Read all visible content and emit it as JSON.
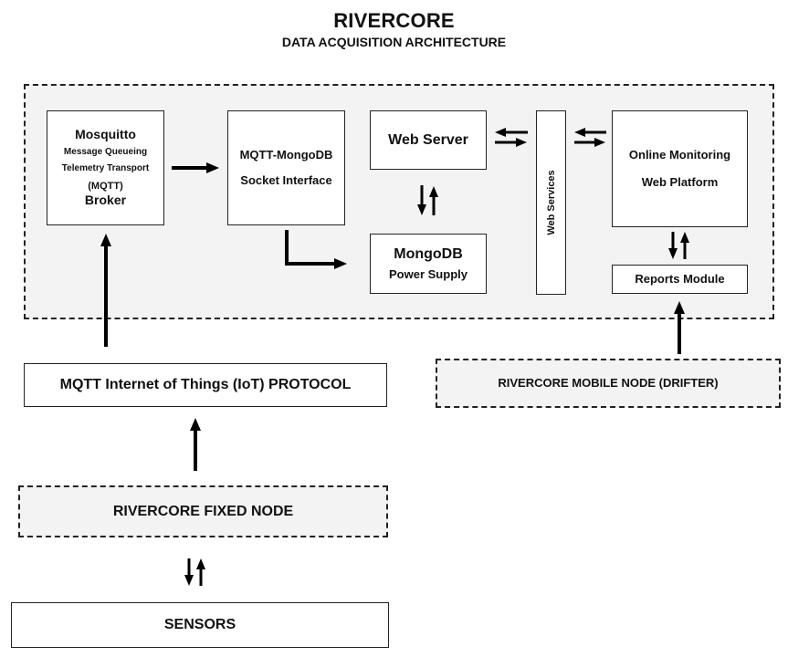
{
  "header": {
    "title": "RIVERCORE",
    "subtitle": "DATA ACQUISITION ARCHITECTURE"
  },
  "nodes": {
    "mosquitto": {
      "line1": "Mosquitto",
      "line2": "Message Queueing",
      "line3": "Telemetry Transport",
      "line4": "(MQTT)",
      "line5": "Broker"
    },
    "socket": {
      "line1": "MQTT-MongoDB",
      "line2": "Socket Interface"
    },
    "web_server": "Web Server",
    "mongodb": {
      "line1": "MongoDB",
      "line2": "Power Supply"
    },
    "web_services": "Web Services",
    "platform": {
      "line1": "Online Monitoring",
      "line2": "Web Platform"
    },
    "reports": "Reports Module",
    "mqtt_protocol": "MQTT Internet of Things (IoT) PROTOCOL",
    "mobile_node": "RIVERCORE MOBILE NODE (DRIFTER)",
    "fixed_node": "RIVERCORE FIXED NODE",
    "sensors": "SENSORS"
  }
}
